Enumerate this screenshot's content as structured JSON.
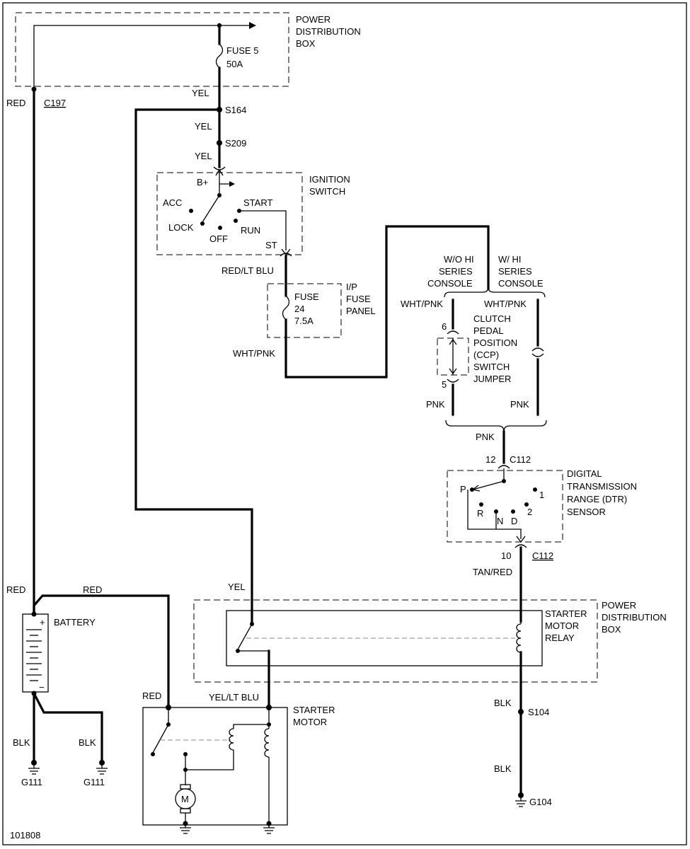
{
  "diagram_id": "101808",
  "colors": {
    "line": "#000000",
    "background": "#ffffff",
    "dashed_phantom": "#888888"
  },
  "power_distribution_box": {
    "label": "POWER DISTRIBUTION BOX",
    "fuse": {
      "name": "FUSE 5",
      "rating": "50A"
    },
    "connector": "C197"
  },
  "splices": {
    "s164": "S164",
    "s209": "S209",
    "s104": "S104"
  },
  "ignition_switch": {
    "label": "IGNITION SWITCH",
    "terminals": {
      "bplus": "B+",
      "st": "ST"
    },
    "positions": {
      "acc": "ACC",
      "lock": "LOCK",
      "off": "OFF",
      "run": "RUN",
      "start": "START"
    }
  },
  "ip_fuse_panel": {
    "label": "I/P FUSE PANEL",
    "fuse": {
      "name": "FUSE",
      "number": "24",
      "rating": "7.5A"
    }
  },
  "consoles": {
    "without_hi": "W/O HI SERIES CONSOLE",
    "with_hi": "W/ HI SERIES CONSOLE"
  },
  "ccp_switch": {
    "label": "CLUTCH PEDAL POSITION (CCP) SWITCH JUMPER",
    "pins": {
      "top": "6",
      "bottom": "5"
    }
  },
  "dtr_sensor": {
    "label": "DIGITAL TRANSMISSION RANGE (DTR) SENSOR",
    "connector": "C112",
    "pins": {
      "in": "12",
      "out": "10"
    },
    "positions": {
      "p": "P",
      "r": "R",
      "n": "N",
      "d": "D",
      "two": "2",
      "one": "1"
    }
  },
  "starter_relay": {
    "label": "STARTER MOTOR RELAY",
    "box_label": "POWER DISTRIBUTION BOX"
  },
  "battery": {
    "label": "BATTERY",
    "plus": "+",
    "minus": "−"
  },
  "starter_motor": {
    "label": "STARTER MOTOR",
    "motor_symbol": "M"
  },
  "grounds": {
    "g111": "G111",
    "g104": "G104"
  },
  "wire_colors": {
    "red": "RED",
    "yel": "YEL",
    "red_lt_blu": "RED/LT BLU",
    "wht_pnk": "WHT/PNK",
    "pnk": "PNK",
    "tan_red": "TAN/RED",
    "blk": "BLK",
    "yel_lt_blu": "YEL/LT BLU"
  }
}
